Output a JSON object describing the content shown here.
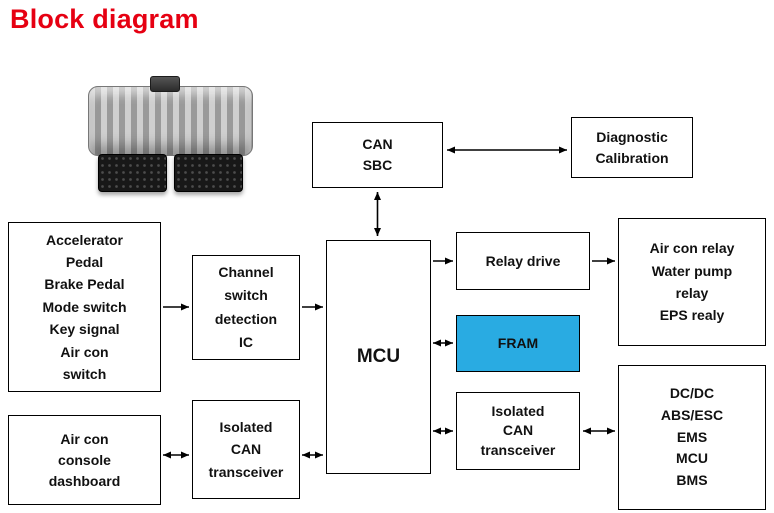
{
  "title": "Block diagram",
  "colors": {
    "title_red": "#E60012",
    "fram_fill": "#29ABE2",
    "box_border": "#000000",
    "arrow": "#000000"
  },
  "ecu_image": "ecu-module-photo",
  "blocks": {
    "can_sbc": "CAN\nSBC",
    "diagnostic_calibration": "Diagnostic\nCalibration",
    "input_switches": "Accelerator\nPedal\nBrake Pedal\nMode switch\nKey signal\nAir con\nswitch",
    "channel_switch_ic": "Channel\nswitch\ndetection\nIC",
    "mcu": "MCU",
    "relay_drive": "Relay drive",
    "relay_outputs": "Air con relay\nWater pump\nrelay\nEPS realy",
    "fram": "FRAM",
    "isolated_can_right": "Isolated\nCAN\ntransceiver",
    "air_con_console": "Air con\nconsole\ndashboard",
    "isolated_can_left": "Isolated\nCAN\ntransceiver",
    "can_nodes": "DC/DC\nABS/ESC\nEMS\nMCU\nBMS"
  }
}
